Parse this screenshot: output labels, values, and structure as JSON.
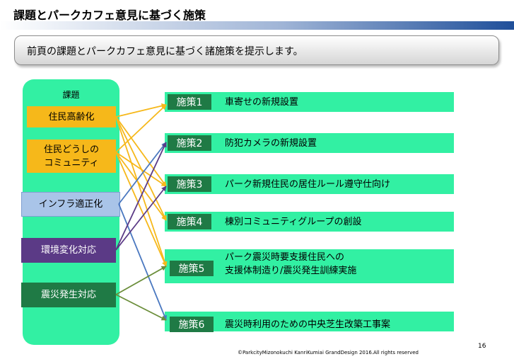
{
  "title": "課題とパークカフェ意見に基づく施策",
  "subtitle": "前頁の課題とパークカフェ意見に基づく諸施策を提示します。",
  "issues_header": "課題",
  "issues": [
    {
      "id": "aging",
      "lines": [
        "住民高齢化"
      ],
      "color": "#f6b81a",
      "text_color": "#000000"
    },
    {
      "id": "community",
      "lines": [
        "住民どうしの",
        "コミュニティ"
      ],
      "color": "#f6b81a",
      "text_color": "#000000"
    },
    {
      "id": "infra",
      "lines": [
        "インフラ適正化"
      ],
      "color": "#a9c4e8",
      "text_color": "#000000"
    },
    {
      "id": "environment",
      "lines": [
        "環境変化対応"
      ],
      "color": "#5b3a86",
      "text_color": "#ffffff"
    },
    {
      "id": "disaster",
      "lines": [
        "震災発生対応"
      ],
      "color": "#1f7a45",
      "text_color": "#ffffff"
    }
  ],
  "policies": [
    {
      "label": "施策1",
      "lines": [
        "車寄せの新規設置"
      ]
    },
    {
      "label": "施策2",
      "lines": [
        "防犯カメラの新規設置"
      ]
    },
    {
      "label": "施策3",
      "lines": [
        "パーク新規住民の居住ルール遵守仕向け"
      ]
    },
    {
      "label": "施策4",
      "lines": [
        "棟別コミュニティグループの創設"
      ]
    },
    {
      "label": "施策5",
      "lines": [
        "パーク震災時要支援住民への",
        "支援体制造り/震災発生訓練実施"
      ]
    },
    {
      "label": "施策6",
      "lines": [
        "震災時利用のための中央芝生改築工事案"
      ]
    }
  ],
  "colors": {
    "aging_arrow": "#f6b81a",
    "infra_arrow": "#4a78c0",
    "environment_arrow": "#5b3a86",
    "disaster_arrow": "#6b8e3a"
  },
  "links": [
    {
      "from": 0,
      "to": 0,
      "color": "#f6b81a"
    },
    {
      "from": 0,
      "to": 2,
      "color": "#f6b81a"
    },
    {
      "from": 0,
      "to": 3,
      "color": "#f6b81a"
    },
    {
      "from": 0,
      "to": 4,
      "color": "#f6b81a"
    },
    {
      "from": 1,
      "to": 0,
      "color": "#f6b81a"
    },
    {
      "from": 1,
      "to": 2,
      "color": "#f6b81a"
    },
    {
      "from": 1,
      "to": 3,
      "color": "#f6b81a"
    },
    {
      "from": 1,
      "to": 4,
      "color": "#f6b81a"
    },
    {
      "from": 2,
      "to": 1,
      "color": "#4a78c0"
    },
    {
      "from": 2,
      "to": 5,
      "color": "#4a78c0"
    },
    {
      "from": 3,
      "to": 1,
      "color": "#5b3a86"
    },
    {
      "from": 3,
      "to": 2,
      "color": "#5b3a86"
    },
    {
      "from": 4,
      "to": 4,
      "color": "#6b8e3a"
    },
    {
      "from": 4,
      "to": 5,
      "color": "#6b8e3a"
    }
  ],
  "footer": "©ParkcityMizonokuchi  KanriKumiai  GrandDesign  2016.All rights  reserved",
  "page_number": "16"
}
